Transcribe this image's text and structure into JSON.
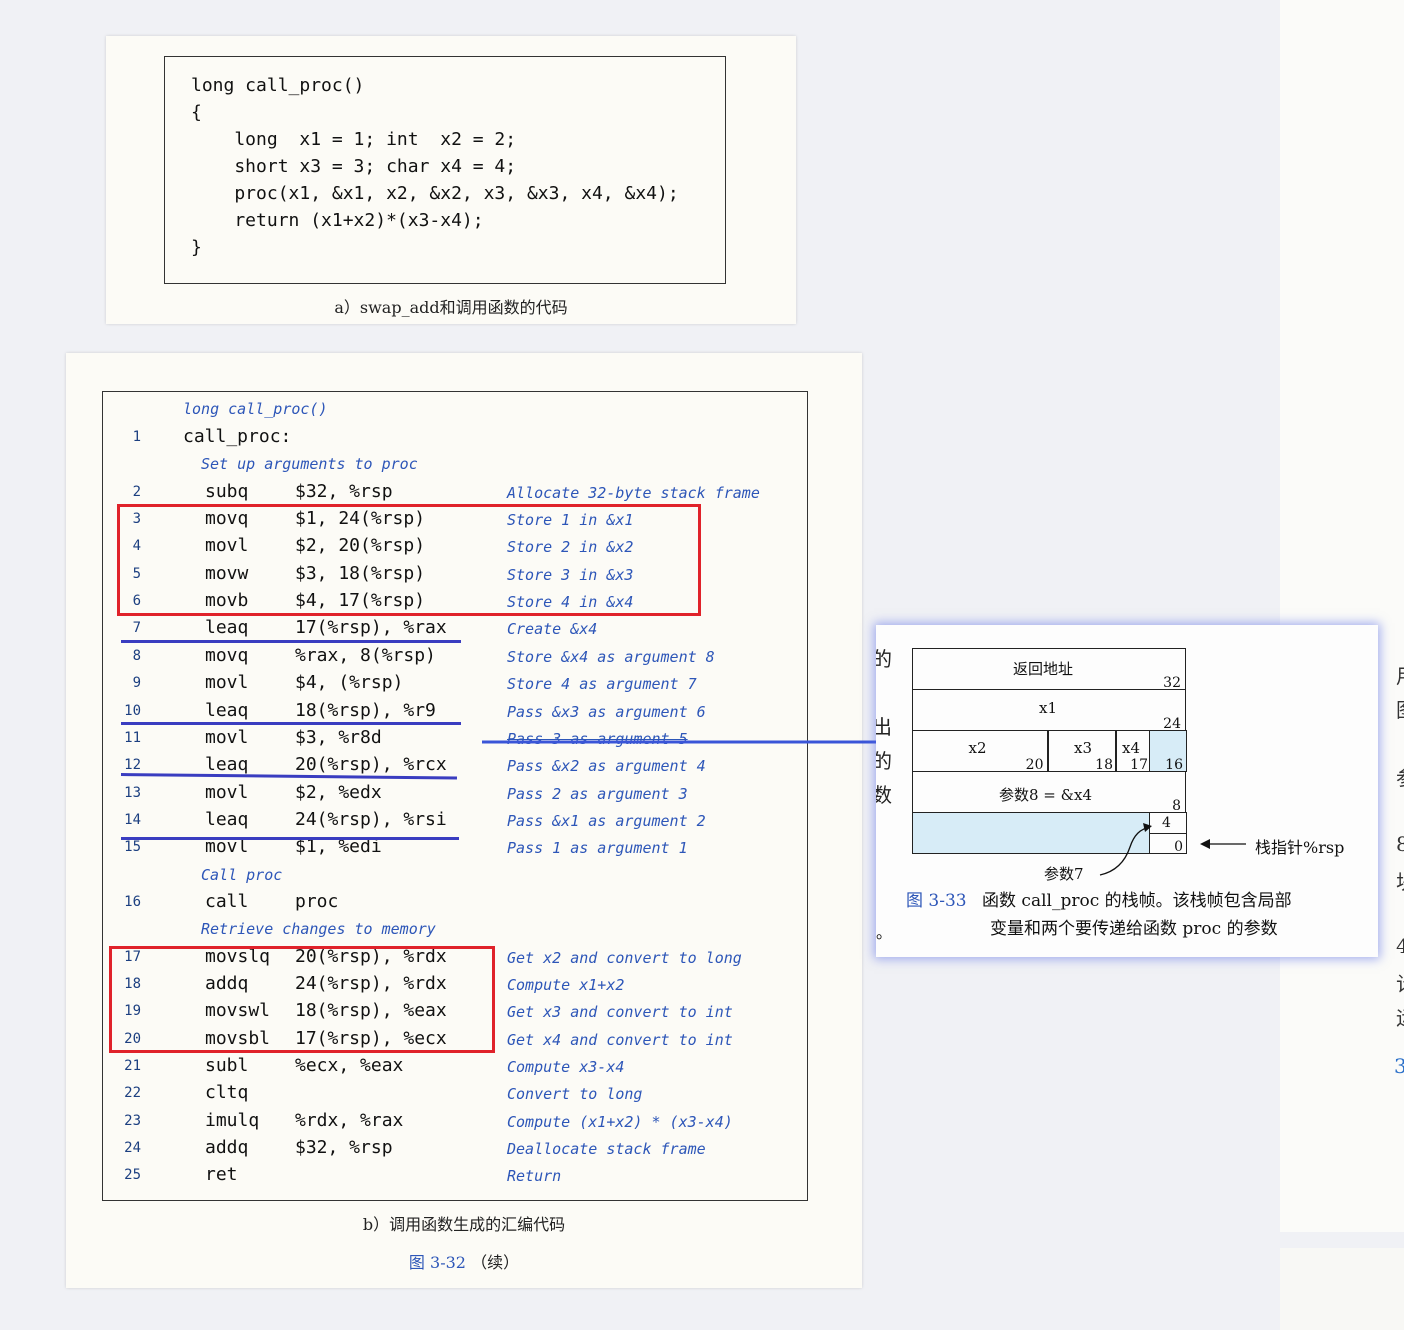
{
  "panel_a": {
    "code_lines": [
      "long call_proc()",
      "{",
      "    long  x1 = 1; int  x2 = 2;",
      "    short x3 = 3; char x4 = 4;",
      "    proc(x1, &x1, x2, &x2, x3, &x3, x4, &x4);",
      "    return (x1+x2)*(x3-x4);",
      "}"
    ],
    "caption": "a）swap_add和调用函数的代码"
  },
  "panel_b": {
    "header": "long call_proc()",
    "rows": [
      {
        "kind": "line",
        "num": "1",
        "mnemonic": "call_proc:",
        "operands": "",
        "comment": ""
      },
      {
        "kind": "section",
        "text": "Set up arguments to proc"
      },
      {
        "kind": "line",
        "num": "2",
        "mnemonic": "subq",
        "operands": "$32, %rsp",
        "comment": "Allocate 32-byte stack frame"
      },
      {
        "kind": "line",
        "num": "3",
        "mnemonic": "movq",
        "operands": "$1, 24(%rsp)",
        "comment": "Store 1 in &x1"
      },
      {
        "kind": "line",
        "num": "4",
        "mnemonic": "movl",
        "operands": "$2, 20(%rsp)",
        "comment": "Store 2 in &x2"
      },
      {
        "kind": "line",
        "num": "5",
        "mnemonic": "movw",
        "operands": "$3, 18(%rsp)",
        "comment": "Store 3 in &x3"
      },
      {
        "kind": "line",
        "num": "6",
        "mnemonic": "movb",
        "operands": "$4, 17(%rsp)",
        "comment": "Store 4 in &x4"
      },
      {
        "kind": "line",
        "num": "7",
        "mnemonic": "leaq",
        "operands": "17(%rsp), %rax",
        "comment": "Create &x4"
      },
      {
        "kind": "line",
        "num": "8",
        "mnemonic": "movq",
        "operands": "%rax, 8(%rsp)",
        "comment": "Store &x4 as argument 8"
      },
      {
        "kind": "line",
        "num": "9",
        "mnemonic": "movl",
        "operands": "$4, (%rsp)",
        "comment": "Store 4 as argument 7"
      },
      {
        "kind": "line",
        "num": "10",
        "mnemonic": "leaq",
        "operands": "18(%rsp), %r9",
        "comment": "Pass &x3 as argument 6"
      },
      {
        "kind": "line",
        "num": "11",
        "mnemonic": "movl",
        "operands": "$3, %r8d",
        "comment": "Pass 3 as argument 5"
      },
      {
        "kind": "line",
        "num": "12",
        "mnemonic": "leaq",
        "operands": "20(%rsp), %rcx",
        "comment": "Pass &x2 as argument 4"
      },
      {
        "kind": "line",
        "num": "13",
        "mnemonic": "movl",
        "operands": "$2, %edx",
        "comment": "Pass 2 as argument 3"
      },
      {
        "kind": "line",
        "num": "14",
        "mnemonic": "leaq",
        "operands": "24(%rsp), %rsi",
        "comment": "Pass &x1 as argument 2"
      },
      {
        "kind": "line",
        "num": "15",
        "mnemonic": "movl",
        "operands": "$1, %edi",
        "comment": "Pass 1 as argument 1"
      },
      {
        "kind": "section",
        "text": "Call proc"
      },
      {
        "kind": "line",
        "num": "16",
        "mnemonic": "call",
        "operands": "proc",
        "comment": ""
      },
      {
        "kind": "section",
        "text": "Retrieve changes to memory"
      },
      {
        "kind": "line",
        "num": "17",
        "mnemonic": "movslq",
        "operands": "20(%rsp), %rdx",
        "comment": "Get x2 and convert to long"
      },
      {
        "kind": "line",
        "num": "18",
        "mnemonic": "addq",
        "operands": "24(%rsp), %rdx",
        "comment": "Compute x1+x2"
      },
      {
        "kind": "line",
        "num": "19",
        "mnemonic": "movswl",
        "operands": "18(%rsp), %eax",
        "comment": "Get x3 and convert to int"
      },
      {
        "kind": "line",
        "num": "20",
        "mnemonic": "movsbl",
        "operands": "17(%rsp), %ecx",
        "comment": "Get x4 and convert to int"
      },
      {
        "kind": "line",
        "num": "21",
        "mnemonic": "subl",
        "operands": "%ecx, %eax",
        "comment": "Compute x3-x4"
      },
      {
        "kind": "line",
        "num": "22",
        "mnemonic": "cltq",
        "operands": "",
        "comment": "Convert to long"
      },
      {
        "kind": "line",
        "num": "23",
        "mnemonic": "imulq",
        "operands": "%rdx, %rax",
        "comment": "Compute (x1+x2) * (x3-x4)"
      },
      {
        "kind": "line",
        "num": "24",
        "mnemonic": "addq",
        "operands": "$32, %rsp",
        "comment": "Deallocate stack frame"
      },
      {
        "kind": "line",
        "num": "25",
        "mnemonic": "ret",
        "operands": "",
        "comment": "Return"
      }
    ],
    "caption": "b）调用函数生成的汇编代码",
    "figure_label": "图 3-32",
    "figure_suffix": "（续）"
  },
  "panel_c": {
    "top_cut_text": "· · · · · ·  · · · ·  · · · · · ·  · · ·",
    "left_glyphs": [
      "的",
      "出",
      "的",
      "数"
    ],
    "return_address": "返回地址",
    "x1_label": "x1",
    "x2_label": "x2",
    "x3_label": "x3",
    "x4_label": "x4",
    "arg8_label": "参数8 = &x4",
    "arg7_label": "参数7",
    "offsets": {
      "o32": "32",
      "o24": "24",
      "o20": "20",
      "o18": "18",
      "o17": "17",
      "o16": "16",
      "o8": "8",
      "o4": "4",
      "o0": "0"
    },
    "rsp_label": "栈指针%rsp",
    "figure_label": "图 3-33",
    "caption_line1": "函数 call_proc 的栈帧。该栈帧包含局部",
    "caption_line2": "变量和两个要传递给函数 proc 的参数",
    "dot": "。"
  },
  "right_edge": {
    "glyphs": [
      "用",
      "图",
      "（",
      "参",
      "8",
      "块",
      "4",
      "计",
      "运",
      "3"
    ]
  },
  "colors": {
    "red_highlight": "#e0222a",
    "blue_underline": "#3a3dc0",
    "comment_blue": "#2d56b8",
    "arrow_blue": "#3a55d8",
    "frame_highlight": "#d7ecf7"
  }
}
